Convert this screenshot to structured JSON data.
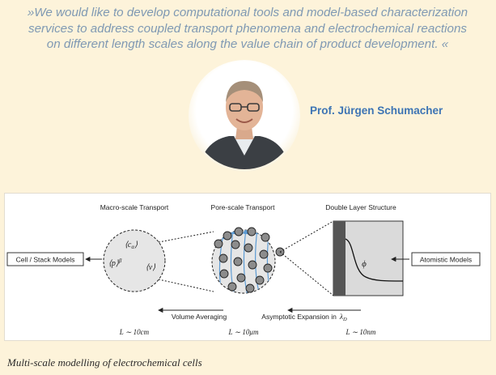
{
  "quote": {
    "line1": "»We would like to develop computational tools and model-based characterization",
    "line2": "services to address coupled transport phenomena and electrochemical reactions",
    "line3": "on different length scales along the value chain of product development. «"
  },
  "person": {
    "name": "Prof. Jürgen Schumacher"
  },
  "diagram": {
    "macro_title": "Macro-scale Transport",
    "pore_title": "Pore-scale Transport",
    "double_layer_title": "Double Layer Structure",
    "left_box": "Cell / Stack Models",
    "right_box": "Atomistic Models",
    "macro_c": "⟨c",
    "macro_c_sub": "α",
    "macro_c_close": "⟩",
    "macro_p": "⟨p⟩",
    "macro_p_sup": "β",
    "macro_v": "⟨v⟩",
    "phi": "ϕ",
    "volume_averaging": "Volume Averaging",
    "asymptotic": "Asymptotic Expansion in",
    "lambda": "λ",
    "lambda_sub": "D",
    "scale_macro": "L ∼ 10cm",
    "scale_pore": "L ∼ 10μm",
    "scale_nano": "L ∼ 10nm"
  },
  "caption": "Multi-scale modelling of electrochemical cells",
  "colors": {
    "quote": "#7f99b3",
    "name": "#3d74b4",
    "arrow_blue": "#5d9bd3",
    "background": "#fdf3da"
  },
  "icons": {
    "portrait": "person-portrait"
  }
}
